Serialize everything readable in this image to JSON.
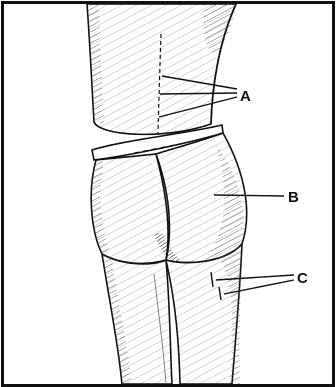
{
  "figure": {
    "labels": {
      "a": "A",
      "b": "B",
      "c": "C"
    }
  },
  "colors": {
    "ink": "#111111",
    "paper": "#ffffff",
    "hatch": "#555555"
  }
}
